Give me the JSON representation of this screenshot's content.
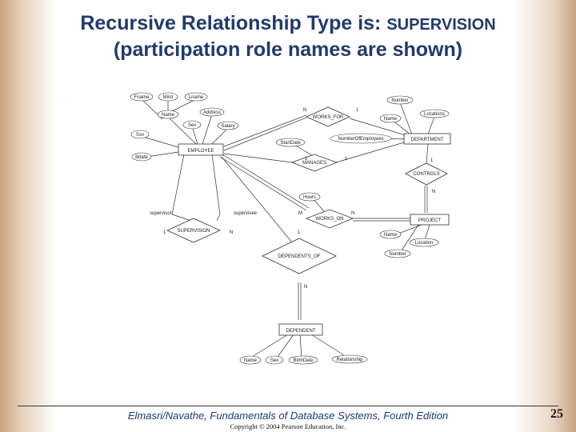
{
  "title": {
    "line1_main": "Recursive Relationship Type is: ",
    "line1_highlight": "SUPERVISION",
    "line2": "(participation role names are shown)"
  },
  "diagram": {
    "entities": {
      "employee": "EMPLOYEE",
      "department": "DEPARTMENT",
      "project": "PROJECT",
      "dependent": "DEPENDENT"
    },
    "relationships": {
      "works_for": "WORKS_FOR",
      "manages": "MANAGES",
      "controls": "CONTROLS",
      "works_on": "WORKS_ON",
      "supervision": "SUPERVISION",
      "dependents_of": "DEPENDENTS_OF"
    },
    "attributes": {
      "fname": "Fname",
      "minit": "Minit",
      "lname": "Lname",
      "name_emp": "Name",
      "address": "Address",
      "sex_emp": "Sex",
      "salary": "Salary",
      "ssn": "Ssn",
      "bdate": "Bdate",
      "number_dept": "Number",
      "name_dept": "Name",
      "locations": "Locations",
      "num_employees": "NumberOfEmployees",
      "start_date": "StartDate",
      "hours": "Hours",
      "name_proj": "Name",
      "location": "Location",
      "number_proj": "Number",
      "name_dep": "Name",
      "sex_dep": "Sex",
      "birthdate": "BirthDate",
      "relationship": "Relationship"
    },
    "roles": {
      "supervisor": "supervisor",
      "supervisee": "supervisee"
    },
    "cardinalities": {
      "wf_emp": "N",
      "wf_dept": "1",
      "man_emp": "1",
      "man_dept": "1",
      "ctrl_dept": "1",
      "ctrl_proj": "N",
      "won_emp": "M",
      "won_proj": "N",
      "sup_supervisor": "1",
      "sup_supervisee": "N",
      "dep_emp": "1",
      "dep_dependent": "N"
    }
  },
  "footer": {
    "citation": "Elmasri/Navathe, Fundamentals of Database Systems, Fourth Edition",
    "copyright": "Copyright © 2004 Pearson Education, Inc.",
    "page_number": "25"
  }
}
